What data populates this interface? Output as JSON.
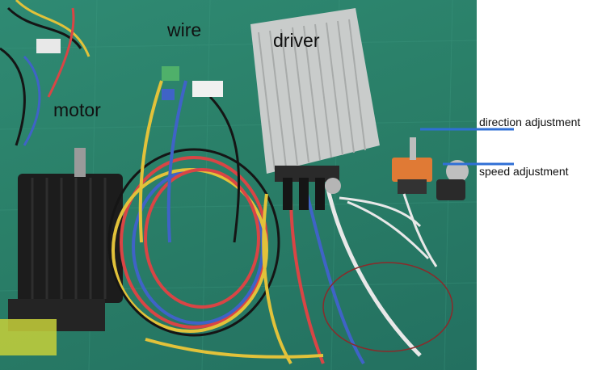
{
  "labels": {
    "wire": "wire",
    "driver": "driver",
    "motor": "motor",
    "direction_adjustment": "direction adjustment",
    "speed_adjustment": "speed adjustment"
  },
  "colors": {
    "mat_green": "#2a7f68",
    "callout_line": "#2f6fd6",
    "wire_red": "#d94545",
    "wire_blue": "#3f63c7",
    "wire_yellow": "#e2c23a",
    "wire_black": "#151515",
    "heatsink": "#c9cccb",
    "motor_body": "#1c1c1c",
    "switch_orange": "#e07a35"
  }
}
